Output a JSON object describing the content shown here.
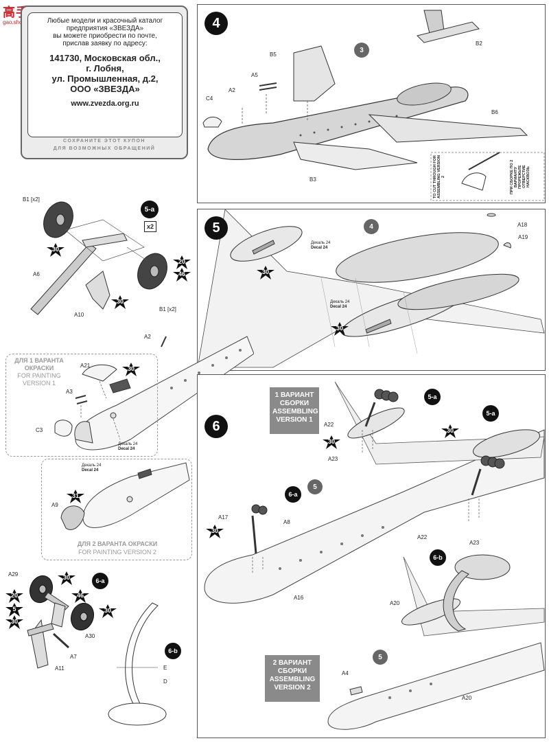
{
  "watermark": {
    "logo_text": "高手网",
    "site": "gao.shou.com.cn"
  },
  "coupon": {
    "line1": "Любые модели и красочный каталог",
    "line2": "предприятия «ЗВЕЗДА»",
    "line3": "вы можете приобрести по почте,",
    "line4": "прислав заявку по адресу:",
    "addr1": "141730, Московская обл.,",
    "addr2": "г. Лобня,",
    "addr3": "ул. Промышленная, д.2,",
    "addr4": "ООО «ЗВЕЗДА»",
    "website": "www.zvezda.org.ru",
    "footer1": "СОХРАНИТЕ ЭТОТ КУПОН",
    "footer2": "ДЛЯ ВОЗМОЖНЫХ ОБРАЩЕНИЙ"
  },
  "step4": {
    "number": "4",
    "sub": "3",
    "parts": {
      "b2": "B2",
      "b5": "B5",
      "a5": "A5",
      "a2": "A2",
      "c4": "C4",
      "b6": "B6",
      "b3": "B3"
    },
    "note_en": "TO CUT THROUGH FOR ASSEMBLING VERSION 2",
    "note_ru": "ПРИ СБОРКЕ ПО 2 ВАРИАНТУ ПРОРЕЖЬТЕ ОТВЕРСТИЕ НАСКВОЗЬ"
  },
  "step5a": {
    "label": "5-a",
    "qty": "x2",
    "parts": {
      "b1a": "B1 [x2]",
      "b1b": "B1 [x2]",
      "a6": "A6",
      "a10": "A10"
    },
    "colors": {
      "c30a": "30",
      "c30b": "30",
      "c20": "20",
      "c46": "46"
    }
  },
  "step5": {
    "number": "5",
    "sub": "4",
    "parts": {
      "a18": "A18",
      "a19": "A19",
      "a2": "A2",
      "a21": "A21",
      "a3": "A3",
      "c3": "C3"
    },
    "decal_ru": "Декаль 24",
    "decal_en": "Decal 24",
    "colors": {
      "c30a": "30",
      "c30b": "30",
      "c30c": "30"
    },
    "v1_ru1": "ДЛЯ 1 ВАРАНТА",
    "v1_ru2": "ОКРАСКИ",
    "v1_en1": "FOR PAINTING",
    "v1_en2": "VERSION 1",
    "v2_ru": "ДЛЯ 2 ВАРАНТА ОКРАСКИ",
    "v2_en": "FOR PAINTING VERSION 2",
    "a9": "A9",
    "c31": "31"
  },
  "step6": {
    "number": "6",
    "sub1": "5",
    "sub2": "5",
    "v1_l1": "1 ВАРИАНТ",
    "v1_l2": "СБОРКИ",
    "v1_l3": "ASSEMBLING",
    "v1_l4": "VERSION 1",
    "v2_l1": "2 ВАРИАНТ",
    "v2_l2": "СБОРКИ",
    "v2_l3": "ASSEMBLING",
    "v2_l4": "VERSION 2",
    "parts": {
      "a22a": "A22",
      "a23a": "A23",
      "a22b": "A22",
      "a23b": "A23",
      "a17": "A17",
      "a8": "A8",
      "a16": "A16",
      "a20a": "A20",
      "a20b": "A20",
      "a4": "A4"
    },
    "refs": {
      "r5a1": "5-a",
      "r5a2": "5-a",
      "r6a": "6-a",
      "r6b": "6-b"
    },
    "colors": {
      "c30a": "30",
      "c30b": "30",
      "c30c": "30"
    }
  },
  "step6a": {
    "label": "6-a",
    "parts": {
      "a29": "A29",
      "a30": "A30",
      "a7": "A7",
      "a11": "A11"
    },
    "colors": {
      "c30a": "30",
      "c20": "20",
      "c5": "5",
      "c30b": "30",
      "c46": "46",
      "c30c": "30"
    }
  },
  "step6b": {
    "label": "6-b",
    "parts": {
      "e": "E",
      "d": "D"
    }
  }
}
